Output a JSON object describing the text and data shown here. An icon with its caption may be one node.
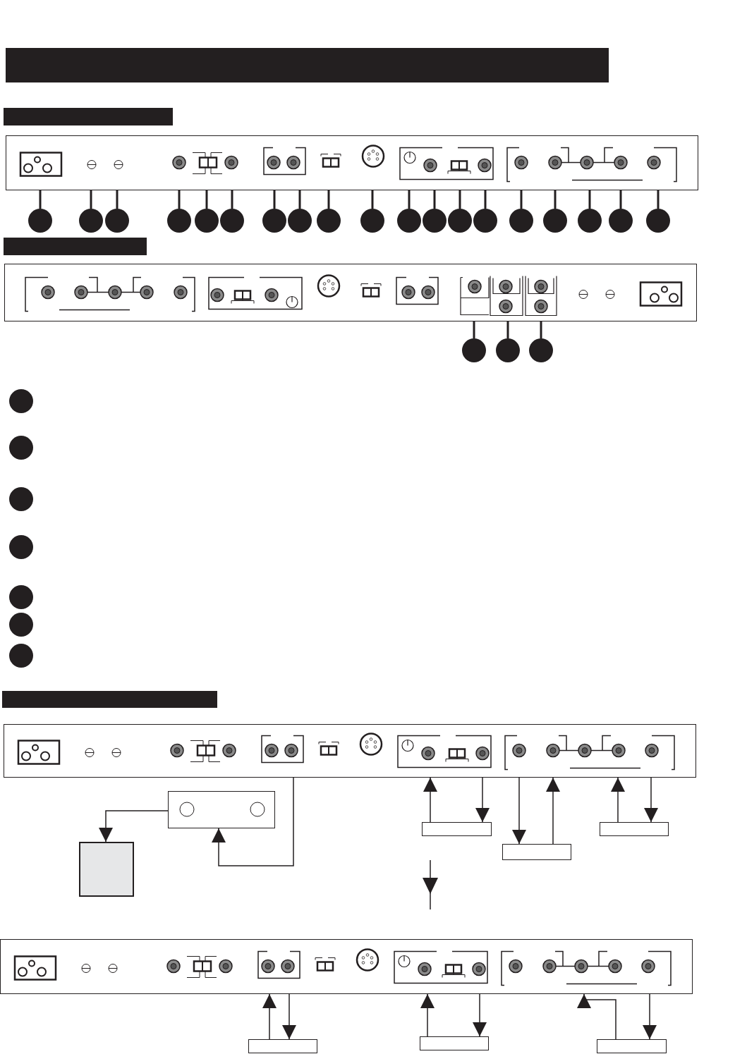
{
  "diagram": {
    "nodes": [
      {
        "text": [],
        "shape": "box"
      },
      {
        "text": [],
        "shape": "circle"
      },
      {
        "text": [],
        "shape": "circle"
      },
      {
        "text": [],
        "shape": "circle"
      },
      {
        "text": [],
        "shape": "circle"
      },
      {
        "text": [],
        "shape": "circle"
      },
      {
        "text": [],
        "shape": "circle"
      },
      {
        "text": [],
        "shape": "circle"
      },
      {
        "text": [],
        "shape": "circle"
      },
      {
        "text": [],
        "shape": "circle"
      },
      {
        "text": [],
        "shape": "circle"
      },
      {
        "text": [],
        "shape": "circle"
      },
      {
        "text": [],
        "shape": "circle"
      },
      {
        "text": [],
        "shape": "circle"
      },
      {
        "text": [],
        "shape": "circle"
      },
      {
        "text": [],
        "shape": "circle"
      },
      {
        "text": [],
        "shape": "circle"
      },
      {
        "text": [],
        "shape": "circle"
      },
      {
        "text": [],
        "shape": "circle"
      },
      {
        "text": [],
        "shape": "circle"
      },
      {
        "text": [],
        "shape": "box"
      },
      {
        "text": [],
        "shape": "circle"
      },
      {
        "text": [],
        "shape": "circle"
      },
      {
        "text": [],
        "shape": "circle"
      },
      {
        "text": [],
        "shape": "circle"
      },
      {
        "text": [],
        "shape": "circle"
      },
      {
        "text": [],
        "shape": "circle"
      },
      {
        "text": [],
        "shape": "circle"
      },
      {
        "text": [],
        "shape": "circle"
      },
      {
        "text": [],
        "shape": "circle"
      },
      {
        "text": [],
        "shape": "circle"
      },
      {
        "text": [],
        "shape": "box"
      },
      {
        "text": [],
        "shape": "box"
      },
      {
        "text": [],
        "shape": "box"
      },
      {
        "text": [],
        "shape": "box"
      },
      {
        "text": [],
        "shape": "box"
      },
      {
        "text": [],
        "shape": "box"
      },
      {
        "text": [],
        "shape": "box"
      },
      {
        "text": [],
        "shape": "box"
      },
      {
        "text": [],
        "shape": "box"
      },
      {
        "text": [],
        "shape": "box"
      },
      {
        "text": [],
        "shape": "bar"
      },
      {
        "text": [],
        "shape": "bar"
      },
      {
        "text": [],
        "shape": "bar"
      },
      {
        "text": [],
        "shape": "bar"
      }
    ],
    "edges": [
      {
        "from": 1,
        "to": 0,
        "arrow": "none"
      },
      {
        "from": 2,
        "to": 0,
        "arrow": "none"
      },
      {
        "from": 3,
        "to": 0,
        "arrow": "none"
      },
      {
        "from": 4,
        "to": 0,
        "arrow": "none"
      },
      {
        "from": 5,
        "to": 0,
        "arrow": "none"
      },
      {
        "from": 6,
        "to": 0,
        "arrow": "none"
      },
      {
        "from": 7,
        "to": 0,
        "arrow": "none"
      },
      {
        "from": 8,
        "to": 0,
        "arrow": "none"
      },
      {
        "from": 9,
        "to": 0,
        "arrow": "none"
      },
      {
        "from": 10,
        "to": 0,
        "arrow": "none"
      },
      {
        "from": 11,
        "to": 0,
        "arrow": "none"
      },
      {
        "from": 12,
        "to": 0,
        "arrow": "none"
      },
      {
        "from": 13,
        "to": 0,
        "arrow": "none"
      },
      {
        "from": 14,
        "to": 0,
        "arrow": "none"
      },
      {
        "from": 15,
        "to": 0,
        "arrow": "none"
      },
      {
        "from": 16,
        "to": 0,
        "arrow": "none"
      },
      {
        "from": 17,
        "to": 0,
        "arrow": "none"
      },
      {
        "from": 18,
        "to": 0,
        "arrow": "none"
      },
      {
        "from": 19,
        "to": 0,
        "arrow": "none"
      },
      {
        "from": 21,
        "to": 20,
        "arrow": "none"
      },
      {
        "from": 22,
        "to": 20,
        "arrow": "none"
      },
      {
        "from": 23,
        "to": 20,
        "arrow": "none"
      },
      {
        "from": 31,
        "to": 32,
        "arrow": "to"
      },
      {
        "from": 32,
        "to": 33,
        "arrow": "to"
      },
      {
        "from": 34,
        "to": 31,
        "arrow": "to"
      },
      {
        "from": 31,
        "to": 34,
        "arrow": "to"
      },
      {
        "from": 31,
        "to": 35,
        "arrow": "to"
      },
      {
        "from": 35,
        "to": 31,
        "arrow": "to"
      },
      {
        "from": 36,
        "to": 31,
        "arrow": "to"
      },
      {
        "from": 31,
        "to": 36,
        "arrow": "to"
      },
      {
        "from": 38,
        "to": 37,
        "arrow": "to"
      },
      {
        "from": 37,
        "to": 38,
        "arrow": "to"
      },
      {
        "from": 39,
        "to": 37,
        "arrow": "to"
      },
      {
        "from": 37,
        "to": 39,
        "arrow": "to"
      },
      {
        "from": 40,
        "to": 37,
        "arrow": "to"
      },
      {
        "from": 37,
        "to": 40,
        "arrow": "to"
      }
    ]
  }
}
